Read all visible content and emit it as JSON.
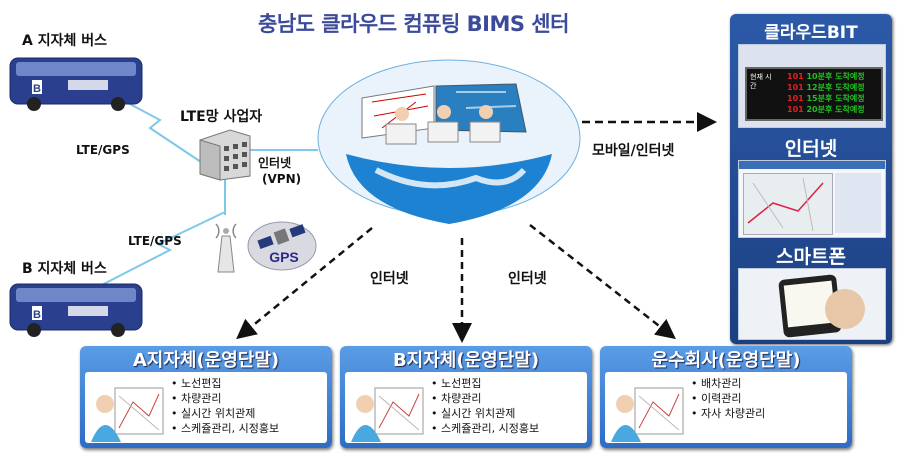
{
  "title": "충남도 클라우드 컴퓨팅 BIMS 센터",
  "bus_a_label": "A 지자체 버스",
  "bus_b_label": "B 지자체 버스",
  "bus_mark": "B",
  "lte_gps_1": "LTE/GPS",
  "lte_gps_2": "LTE/GPS",
  "lte_operator": "LTE망 사업자",
  "vpn_line1": "인터넷",
  "vpn_line2": "(VPN)",
  "gps_label": "GPS",
  "mobile_internet": "모바일/인터넷",
  "internet_left": "인터넷",
  "internet_right": "인터넷",
  "right_panel": {
    "cloud_bit": "클라우드BIT",
    "internet": "인터넷",
    "smartphone": "스마트폰",
    "bit_rows": [
      {
        "num": "101",
        "time": "10분후",
        "status": "도착예정"
      },
      {
        "num": "101",
        "time": "12분후",
        "status": "도착예정"
      },
      {
        "num": "101",
        "time": "15분후",
        "status": "도착예정"
      },
      {
        "num": "101",
        "time": "20분후",
        "status": "도착예정"
      }
    ],
    "bit_clock": "현재 시간"
  },
  "boxes": [
    {
      "title": "A지자체(운영단말)",
      "items": [
        "노선편집",
        "차량관리",
        "실시간 위치관제",
        "스케쥴관리, 시정홍보"
      ]
    },
    {
      "title": "B지자체(운영단말)",
      "items": [
        "노선편집",
        "차량관리",
        "실시간 위치관제",
        "스케쥴관리, 시정홍보"
      ]
    },
    {
      "title": "운수회사(운영단말)",
      "items": [
        "배차관리",
        "이력관리",
        "자사 차량관리"
      ]
    }
  ],
  "colors": {
    "title": "#3b4a9a",
    "box_blue": "#2e6cc4",
    "panel_blue": "#1c3f82",
    "arrow": "#111111",
    "signal": "#7fc8e8",
    "bit_red": "#e02020",
    "bit_green": "#20c020"
  }
}
